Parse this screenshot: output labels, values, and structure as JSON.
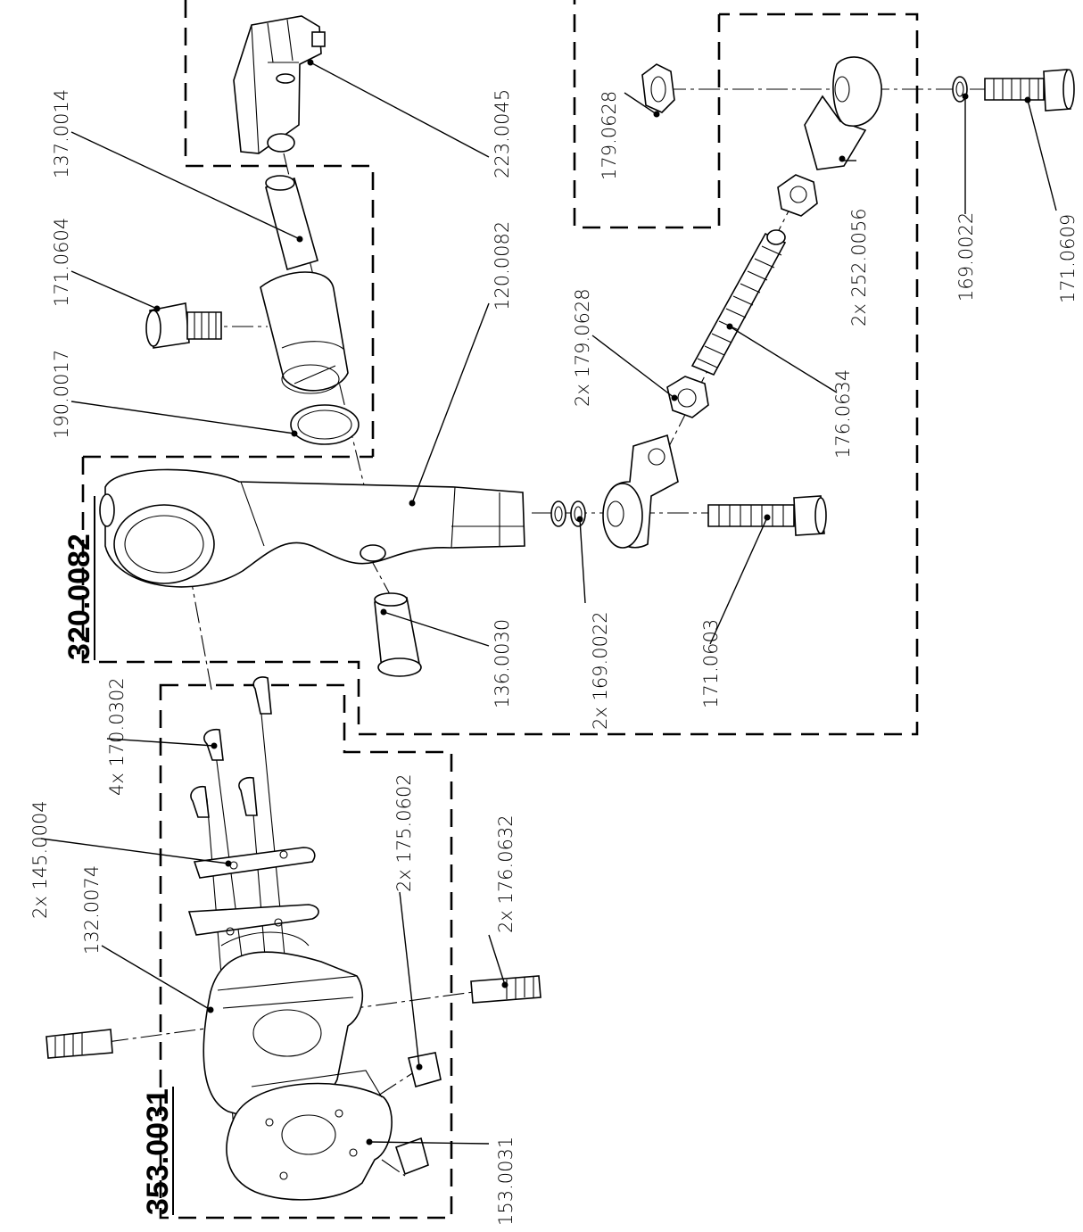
{
  "assemblies": [
    {
      "id": "assembly-320",
      "text": "320.0082"
    },
    {
      "id": "assembly-353",
      "text": "353.0031"
    }
  ],
  "part_labels": {
    "p137_0014": "137.0014",
    "p171_0604": "171.0604",
    "p190_0017": "190.0017",
    "p223_0045": "223.0045",
    "p120_0082": "120.0082",
    "p136_0030": "136.0030",
    "p179_0628_top": "179.0628",
    "p179_0628_2x": "2x  179.0628",
    "p252_0056": "2x  252.0056",
    "p176_0634": "176.0634",
    "p169_0022_2x": "2x  169.0022",
    "p171_0603": "171.0603",
    "p169_0022": "169.0022",
    "p171_0609": "171.0609",
    "p170_0302": "4x  170.0302",
    "p145_0004": "2x  145.0004",
    "p132_0074": "132.0074",
    "p175_0602": "2x  175.0602",
    "p176_0632": "2x  176.0632",
    "p153_0031": "153.0031"
  }
}
